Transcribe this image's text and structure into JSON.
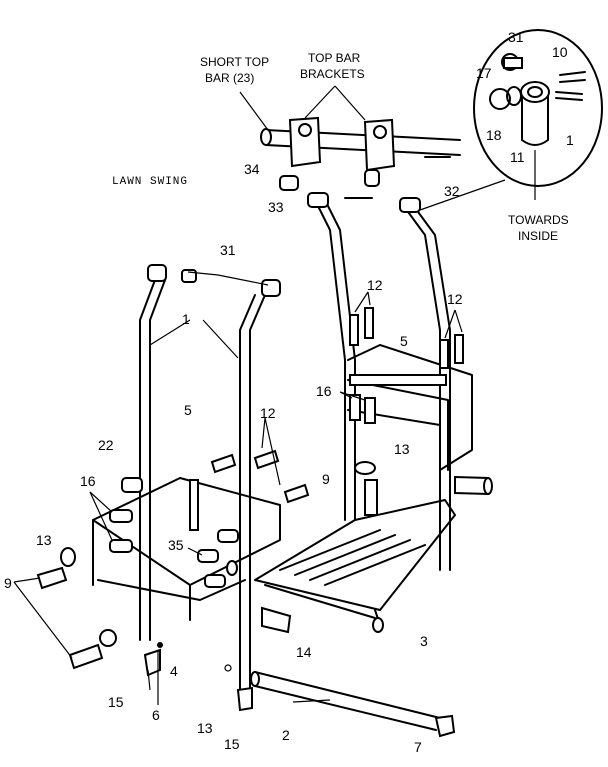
{
  "title": "LAWN SWING",
  "callouts": {
    "short_top_bar_1": "SHORT TOP",
    "short_top_bar_2": "BAR (23)",
    "top_bar_brackets_1": "TOP BAR",
    "top_bar_brackets_2": "BRACKETS",
    "towards_inside_1": "TOWARDS",
    "towards_inside_2": "INSIDE"
  },
  "part_numbers": {
    "p31_top": "31",
    "p10": "10",
    "p17": "17",
    "p18": "18",
    "p11": "11",
    "p1_inset": "1",
    "p34": "34",
    "p33": "33",
    "p32": "32",
    "p31_left": "31",
    "p1_left": "1",
    "p12_a": "12",
    "p12_b": "12",
    "p12_c": "12",
    "p5_right": "5",
    "p5_left": "5",
    "p16_right": "16",
    "p16_left": "16",
    "p22": "22",
    "p13_right": "13",
    "p13_left": "13",
    "p13_bottom": "13",
    "p9_right": "9",
    "p9_left": "9",
    "p35": "35",
    "p14": "14",
    "p3": "3",
    "p4": "4",
    "p6": "6",
    "p15_a": "15",
    "p15_b": "15",
    "p2": "2",
    "p7": "7"
  }
}
